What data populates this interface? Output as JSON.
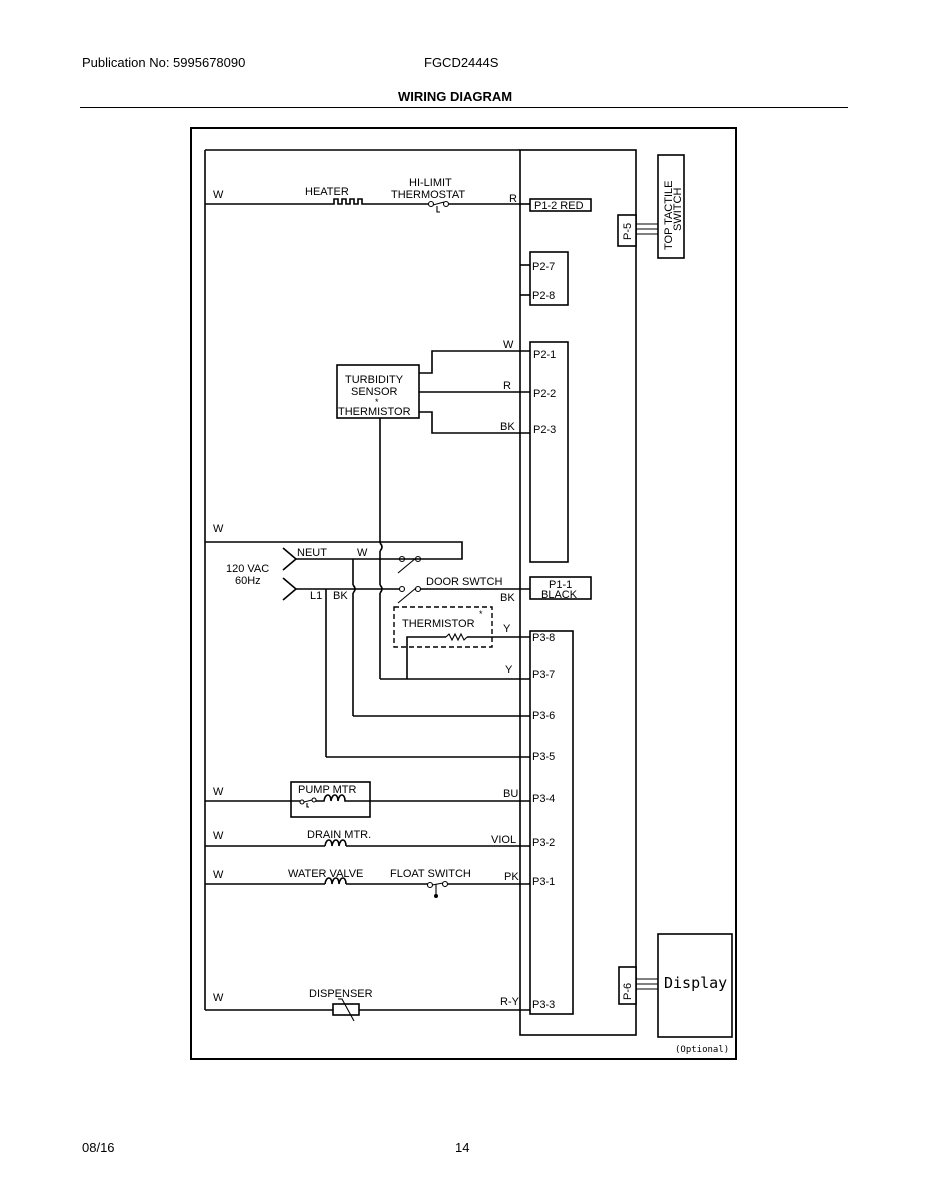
{
  "header": {
    "publication": "Publication No: 5995678090",
    "model": "FGCD2444S",
    "title": "WIRING DIAGRAM"
  },
  "footer": {
    "date": "08/16",
    "page": "14"
  },
  "diagram": {
    "components": {
      "heater": "HEATER",
      "hi_limit_1": "HI-LIMIT",
      "hi_limit_2": "THERMOSTAT",
      "turbidity_1": "TURBIDITY",
      "turbidity_2": "SENSOR",
      "turbidity_star": "*",
      "turbidity_3": "THERMISTOR",
      "power_1": "120 VAC",
      "power_2": "60Hz",
      "neut": "NEUT",
      "l1": "L1",
      "door_switch": "DOOR SWTCH",
      "thermistor": "THERMISTOR",
      "thermistor_star": "*",
      "pump_motor": "PUMP MTR",
      "drain_motor": "DRAIN MTR.",
      "water_valve": "WATER VALVE",
      "float_switch": "FLOAT SWITCH",
      "dispenser": "DISPENSER",
      "top_tactile_1": "TOP TACTILE",
      "top_tactile_2": "SWITCH",
      "display": "Display",
      "optional": "(Optional)"
    },
    "connectors": {
      "p1_2": "P1-2 RED",
      "p1_1a": "P1-1",
      "p1_1b": "BLACK",
      "p2_7": "P2-7",
      "p2_8": "P2-8",
      "p2_1": "P2-1",
      "p2_2": "P2-2",
      "p2_3": "P2-3",
      "p3_8": "P3-8",
      "p3_7": "P3-7",
      "p3_6": "P3-6",
      "p3_5": "P3-5",
      "p3_4": "P3-4",
      "p3_2": "P3-2",
      "p3_1": "P3-1",
      "p3_3": "P3-3",
      "p5": "P-5",
      "p6": "P-6"
    },
    "wire_colors": {
      "heater_left": "W",
      "heater_right": "R",
      "p2_1": "W",
      "p2_2": "R",
      "p2_3": "BK",
      "neutral_bus": "W",
      "neut_w": "W",
      "l1_bk": "BK",
      "door_bk": "BK",
      "p3_8": "Y",
      "p3_7": "Y",
      "pump_left": "W",
      "pump_right": "BU",
      "drain_left": "W",
      "drain_right": "VIOL",
      "valve_left": "W",
      "valve_right": "PK",
      "dispenser_left": "W",
      "dispenser_right": "R-Y"
    }
  }
}
